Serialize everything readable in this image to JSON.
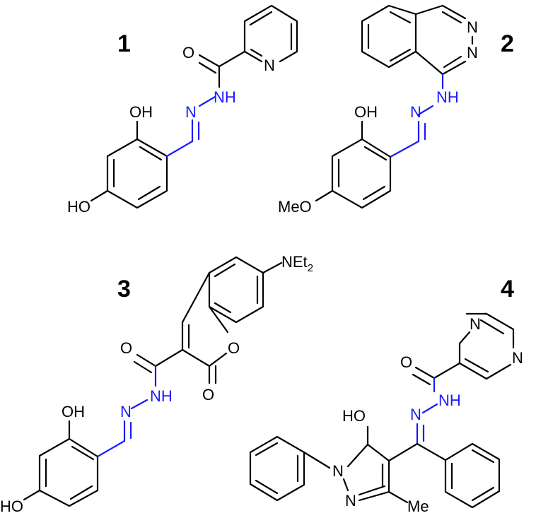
{
  "compounds": [
    {
      "number": "1",
      "labels": {
        "oh_top": "OH",
        "ho_bottom": "HO",
        "imine_n": "N",
        "amide_nh": "NH",
        "carbonyl_o": "O",
        "ring_n": "N"
      }
    },
    {
      "number": "2",
      "labels": {
        "oh_top": "OH",
        "meo": "MeO",
        "imine_n": "N",
        "amine_nh": "NH",
        "ring_n1": "N",
        "ring_n2": "N"
      }
    },
    {
      "number": "3",
      "labels": {
        "net2_prefix": "NEt",
        "net2_sub": "2",
        "carbonyl_o": "O",
        "ring_o": "O",
        "lactone_o": "O",
        "amide_nh": "NH",
        "imine_n": "N",
        "oh_top": "OH",
        "ho_bottom": "HO"
      }
    },
    {
      "number": "4",
      "labels": {
        "ring_n_top": "N",
        "ring_n_right": "N",
        "carbonyl_o": "O",
        "amide_nh": "NH",
        "imine_n": "N",
        "ho": "HO",
        "pyrazole_n1": "N",
        "pyrazole_n2": "N",
        "methyl": "Me"
      }
    }
  ]
}
